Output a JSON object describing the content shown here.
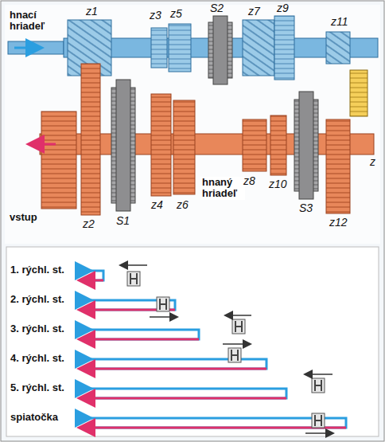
{
  "diagram": {
    "labels": [
      "hnací hriadeľ",
      "z1",
      "z3",
      "z5",
      "S2",
      "z7",
      "z9",
      "z11",
      "z",
      "vstup",
      "z2",
      "S1",
      "z4",
      "z6",
      "hnaný hriadeľ",
      "z8",
      "z10",
      "S3",
      "z12",
      "1. rýchl. st.",
      "2. rýchl. st.",
      "3. rýchl. st.",
      "4. rýchl. st.",
      "5. rýchl. st.",
      "spiatočka"
    ]
  }
}
